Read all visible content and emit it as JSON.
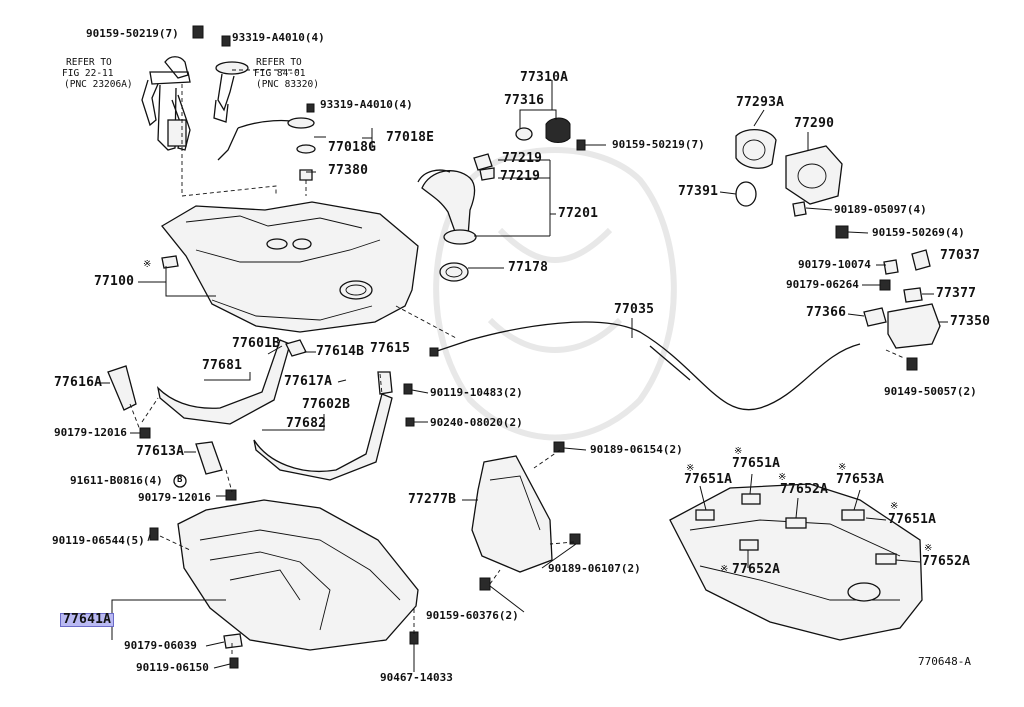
{
  "labels": {
    "p1": "90159-50219(7)",
    "p2": "93319-A4010(4)",
    "p3": "93319-A4010(4)",
    "p4": "77018E",
    "p5": "77018G",
    "p6": "77380",
    "p7": "77310A",
    "p8": "77316",
    "p9": "90159-50219(7)",
    "p10": "77219",
    "p11": "77219",
    "p12": "77201",
    "p13": "77178",
    "p14": "77293A",
    "p15": "77290",
    "p16": "77391",
    "p17": "90189-05097(4)",
    "p18": "90159-50269(4)",
    "p19": "90179-10074",
    "p20": "77037",
    "p21": "90179-06264",
    "p22": "77377",
    "p23": "77366",
    "p24": "77350",
    "p25": "90149-50057(2)",
    "p26": "77035",
    "p27": "77100",
    "p28": "77601B",
    "p29": "77614B",
    "p30": "77615",
    "p31": "77681",
    "p32": "77616A",
    "p33": "77617A",
    "p34": "90119-10483(2)",
    "p35": "77602B",
    "p36": "77682",
    "p37": "90240-08020(2)",
    "p38": "90179-12016",
    "p39": "77613A",
    "p40": "91611-B0816(4)",
    "p41": "90179-12016",
    "p42": "90189-06154(2)",
    "p43": "77277B",
    "p44": "90189-06107(2)",
    "p45": "90159-60376(2)",
    "p46": "90119-06544(5)",
    "p47": "77641A",
    "p48": "90179-06039",
    "p49": "90119-06150",
    "p50": "90467-14033",
    "p51": "77651A",
    "p52": "77651A",
    "p53": "77652A",
    "p54": "77653A",
    "p55": "77651A",
    "p56": "77652A",
    "p57": "77652A",
    "ref1a": "REFER TO",
    "ref1b": "FIG 22-11",
    "ref1c": "(PNC 23206A)",
    "ref2a": "REFER TO",
    "ref2b": "FIG 84-01",
    "ref2c": "(PNC 83320)",
    "star": "※",
    "b_circle": "B",
    "figure_id": "770648-A"
  }
}
